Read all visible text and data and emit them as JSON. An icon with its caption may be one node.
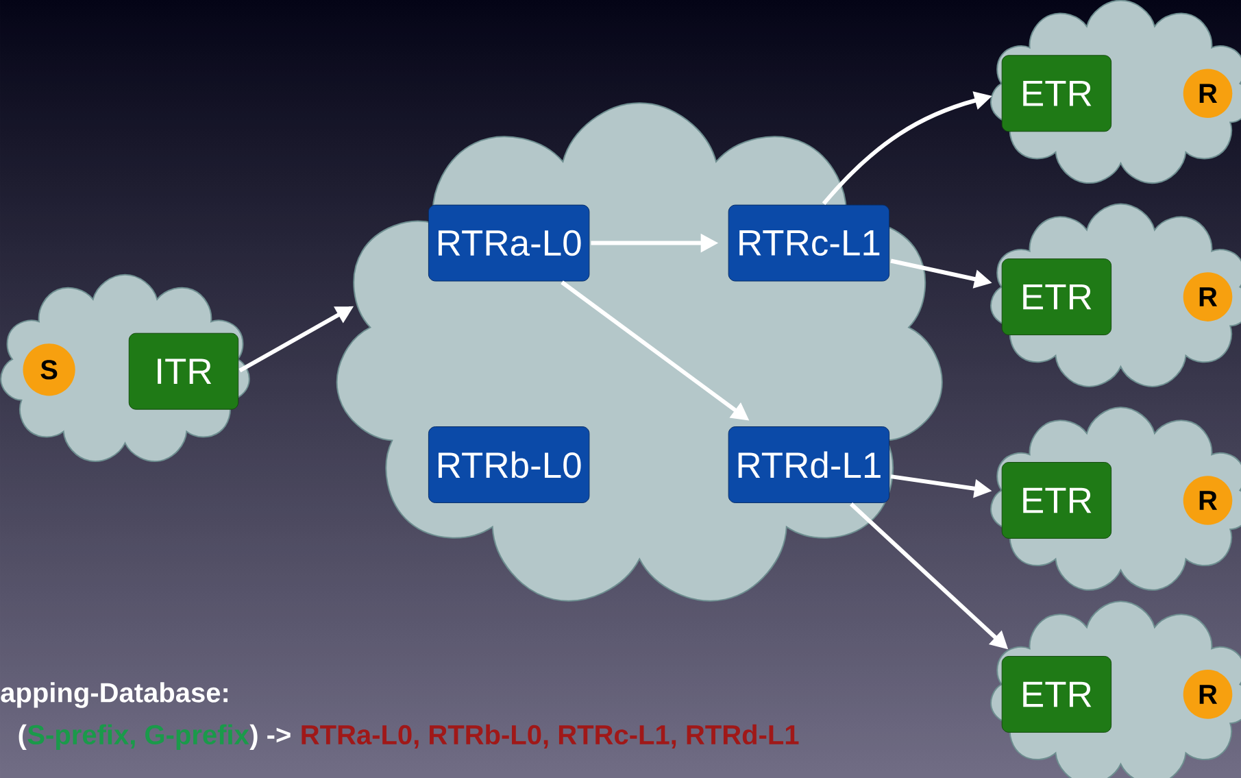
{
  "diagram": {
    "nodes": [
      {
        "text": [],
        "shape": "cloud"
      },
      {
        "text": [
          "S"
        ],
        "in": 0
      },
      {
        "text": [
          "ITR"
        ],
        "in": 0
      },
      {
        "text": [],
        "shape": "cloud"
      },
      {
        "text": [
          "RTRa-L0"
        ],
        "in": 3
      },
      {
        "text": [
          "RTRc-L1"
        ],
        "in": 3
      },
      {
        "text": [
          "RTRb-L0"
        ],
        "in": 3
      },
      {
        "text": [
          "RTRd-L1"
        ],
        "in": 3
      },
      {
        "text": [],
        "shape": "cloud"
      },
      {
        "text": [
          "ETR"
        ],
        "in": 8
      },
      {
        "text": [
          "R"
        ],
        "in": 8
      },
      {
        "text": [],
        "shape": "cloud"
      },
      {
        "text": [
          "ETR"
        ],
        "in": 11
      },
      {
        "text": [
          "R"
        ],
        "in": 11
      },
      {
        "text": [],
        "shape": "cloud"
      },
      {
        "text": [
          "ETR"
        ],
        "in": 14
      },
      {
        "text": [
          "R"
        ],
        "in": 14
      },
      {
        "text": [],
        "shape": "cloud"
      },
      {
        "text": [
          "ETR"
        ],
        "in": 17
      },
      {
        "text": [
          "R"
        ],
        "in": 17
      }
    ],
    "edges": [
      {
        "from": 2,
        "to": 3,
        "arrow": "to"
      },
      {
        "from": 4,
        "to": 5,
        "arrow": "to"
      },
      {
        "from": 4,
        "to": 7,
        "arrow": "to"
      },
      {
        "from": 5,
        "to": 9,
        "arrow": "to"
      },
      {
        "from": 5,
        "to": 12,
        "arrow": "to"
      },
      {
        "from": 7,
        "to": 15,
        "arrow": "to"
      },
      {
        "from": 7,
        "to": 18,
        "arrow": "to"
      }
    ],
    "labels": [
      "apping-Database:",
      "(",
      "S-prefix, G-prefix",
      ") ->",
      "RTRa-L0, RTRb-L0, RTRc-L1, RTRd-L1"
    ]
  }
}
